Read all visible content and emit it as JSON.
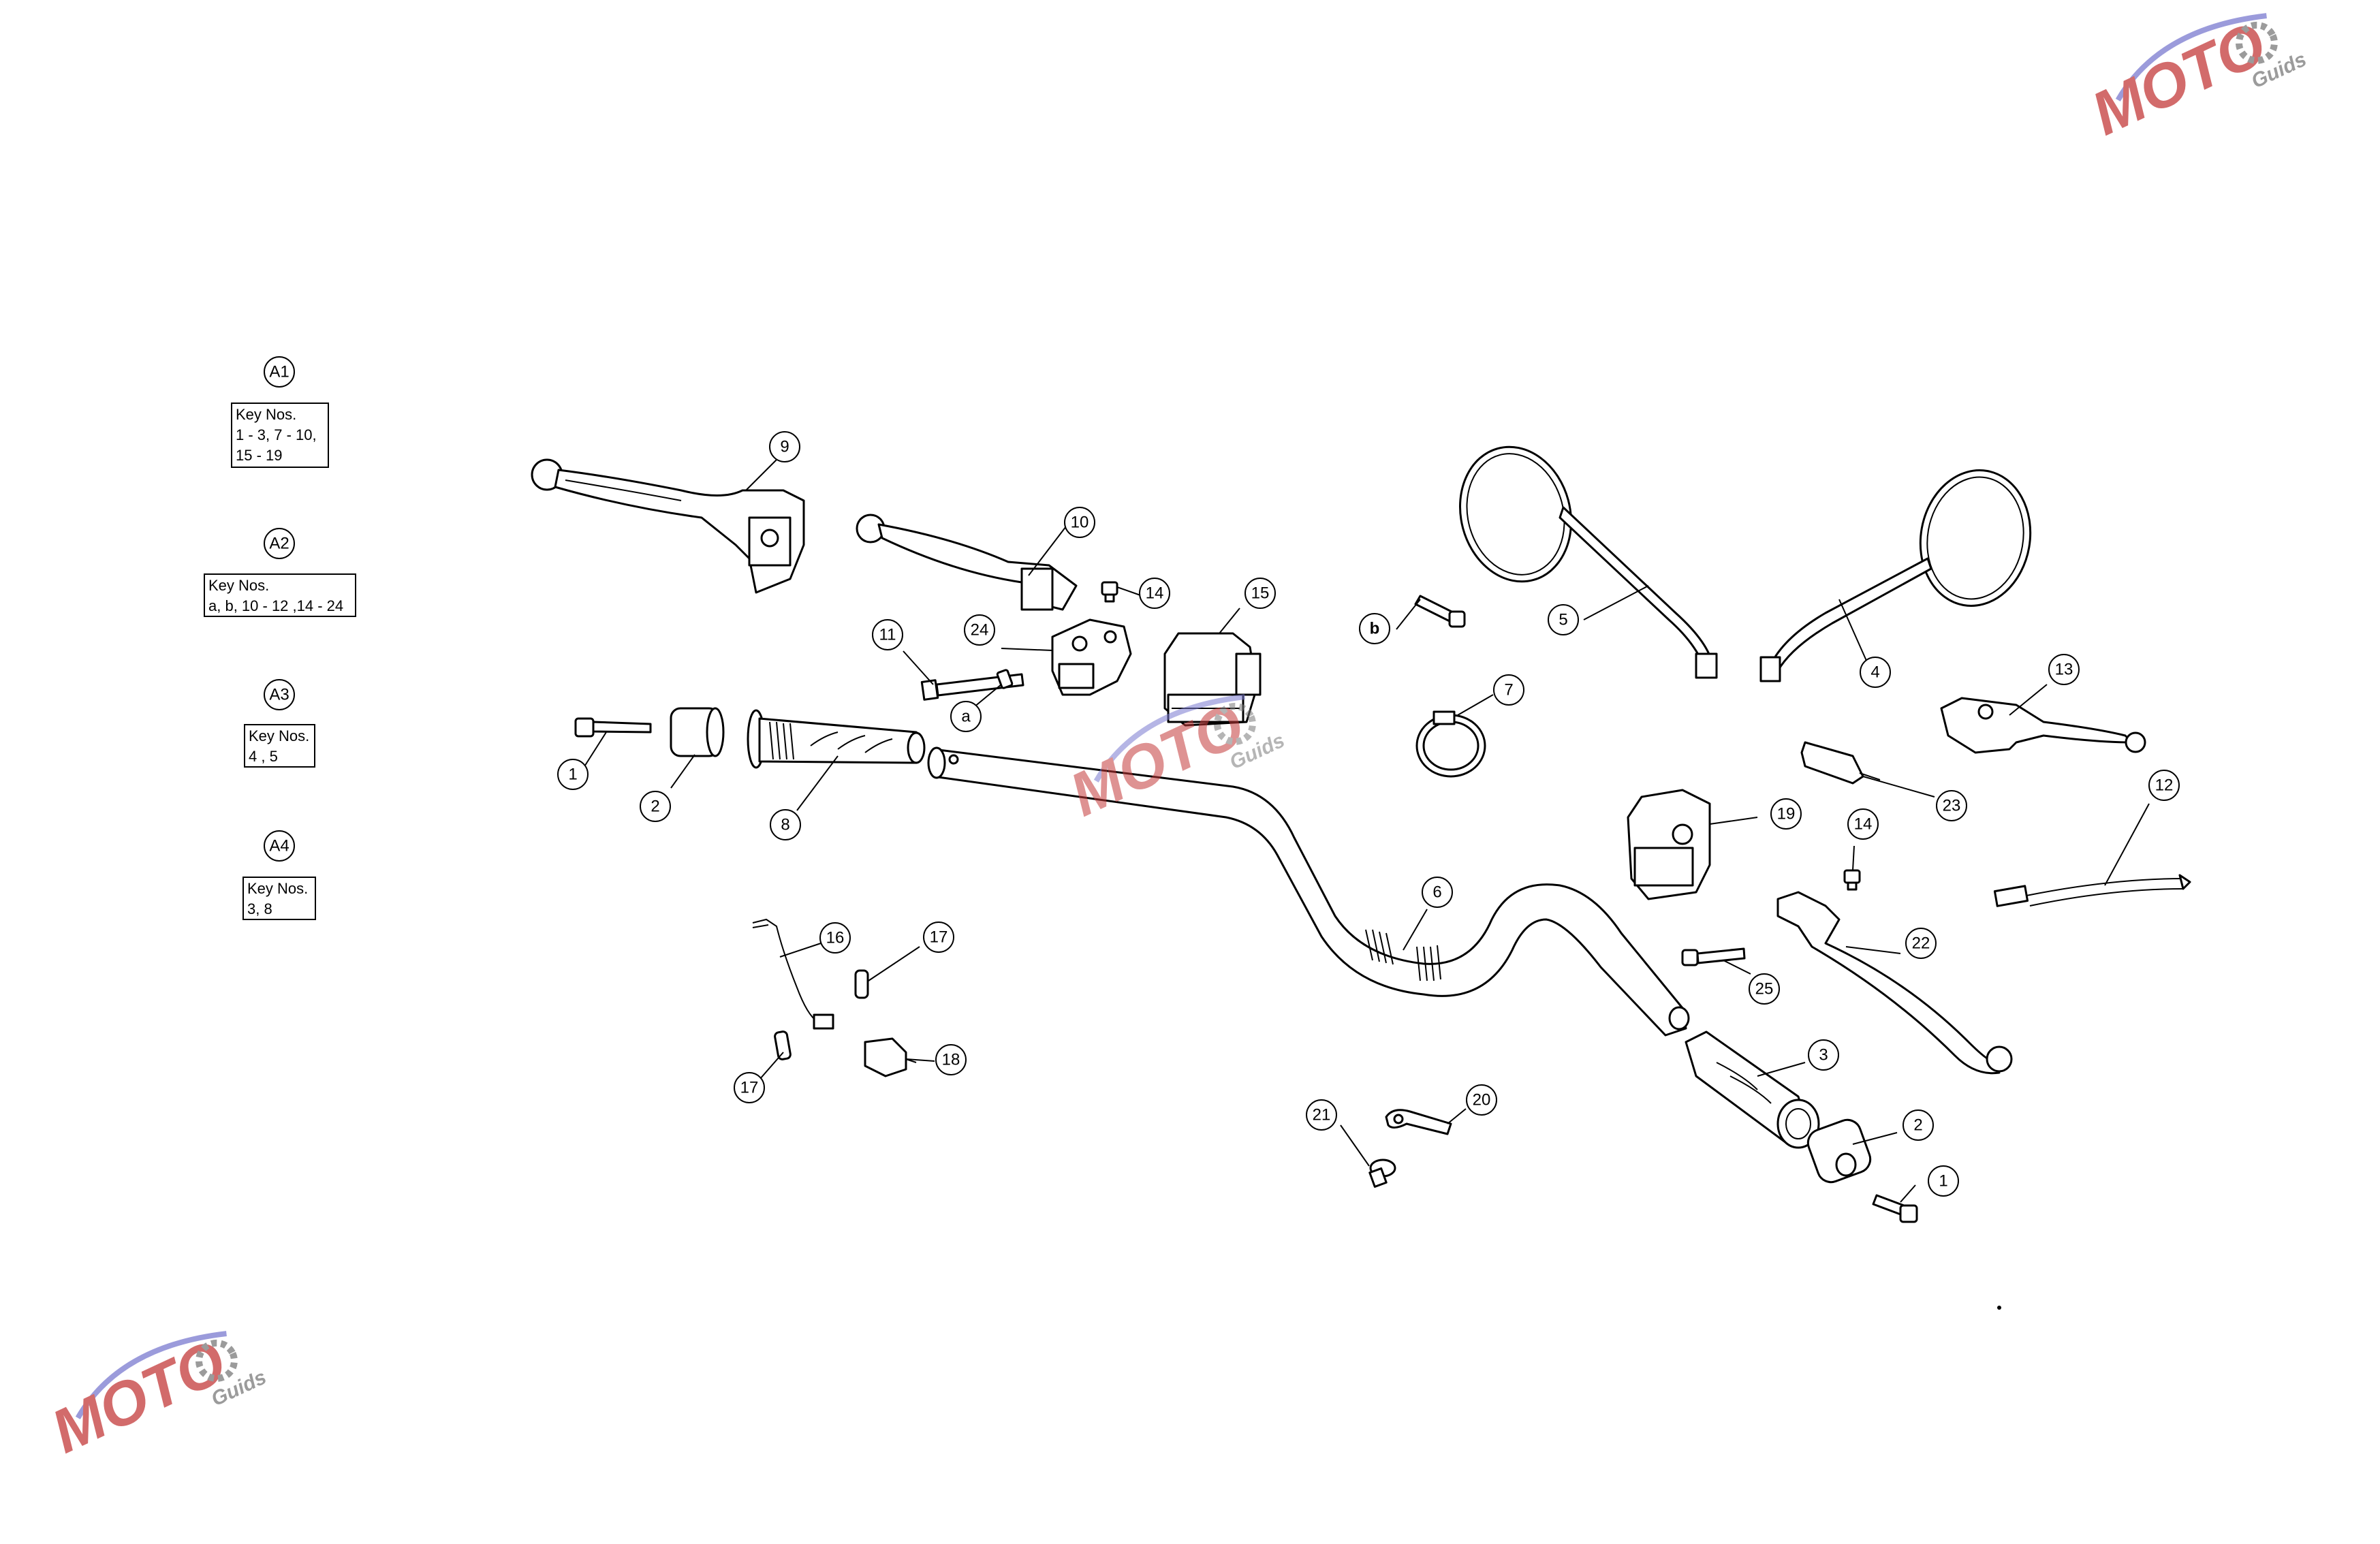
{
  "assemblies": [
    {
      "id": "A1",
      "title": "Key Nos.",
      "lines": [
        "1 - 3, 7 - 10,",
        "15 - 19"
      ]
    },
    {
      "id": "A2",
      "title": "Key Nos.",
      "lines": [
        "a, b, 10 - 12 ,14 - 24"
      ]
    },
    {
      "id": "A3",
      "title": "Key Nos.",
      "lines": [
        "4 , 5"
      ]
    },
    {
      "id": "A4",
      "title": "Key Nos.",
      "lines": [
        "3, 8"
      ]
    }
  ],
  "callouts": [
    "9",
    "10",
    "14",
    "15",
    "11",
    "24",
    "a",
    "b",
    "5",
    "4",
    "7",
    "13",
    "1",
    "2",
    "8",
    "23",
    "19",
    "12",
    "6",
    "14",
    "22",
    "25",
    "16",
    "17",
    "18",
    "17",
    "3",
    "20",
    "21",
    "2",
    "1"
  ],
  "watermark": {
    "mark": "MOTO",
    "sub": "Guids",
    "colors": {
      "primary": "#c43a3a",
      "secondary": "#7a7ad0",
      "gear": "#7a7a7a"
    }
  }
}
